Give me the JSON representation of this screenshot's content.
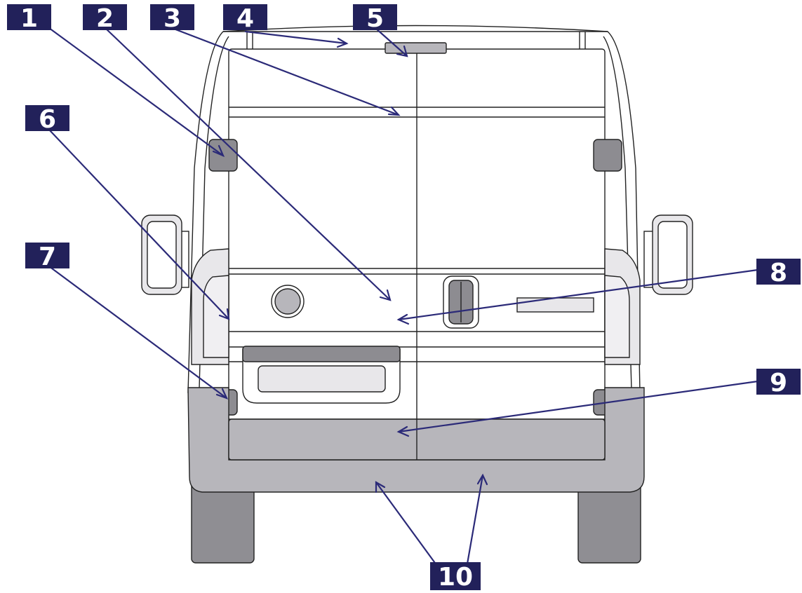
{
  "callouts": [
    {
      "label": "1"
    },
    {
      "label": "2"
    },
    {
      "label": "3"
    },
    {
      "label": "4"
    },
    {
      "label": "5"
    },
    {
      "label": "6"
    },
    {
      "label": "7"
    },
    {
      "label": "8"
    },
    {
      "label": "9"
    },
    {
      "label": "10"
    }
  ],
  "colors": {
    "callout_fill": "#22215a",
    "leader_line": "#2b2a78",
    "body_outline": "#222222",
    "bumper": "#b7b6bb",
    "light_cluster": "#e8e7ea",
    "tyre": "#8f8e93",
    "handle": "#8d8c91"
  }
}
